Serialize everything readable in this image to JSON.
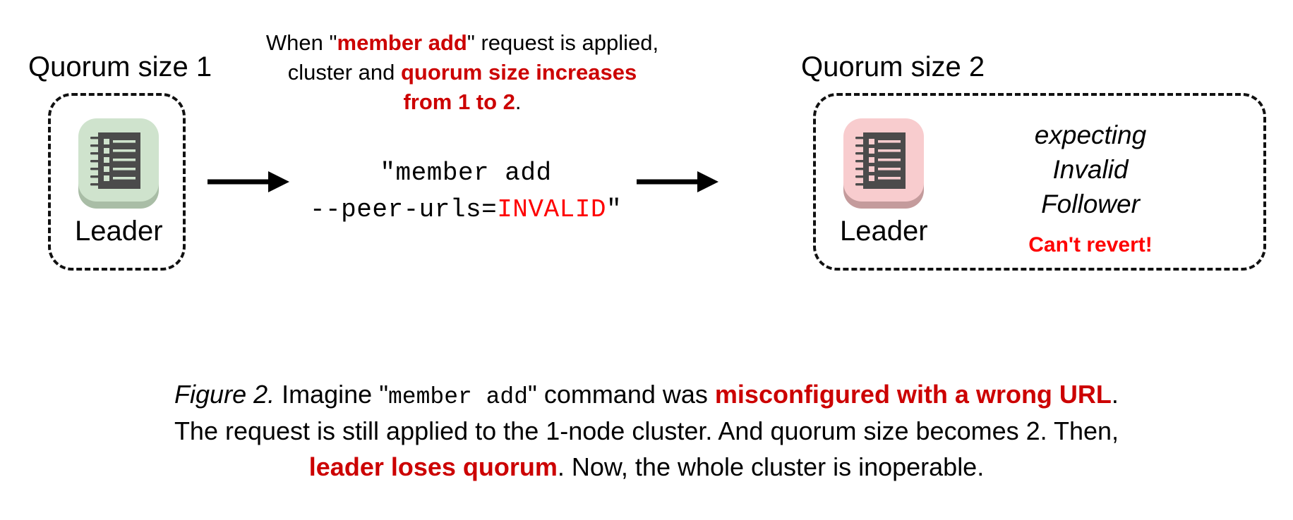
{
  "figure": {
    "left_cluster": {
      "label": "Quorum size 1",
      "node": {
        "icon": "server-ledger-icon",
        "caption": "Leader",
        "plate_color": "#cfe3cd",
        "shadow_color": "#a9bda6",
        "glyph_color": "#4b4b4b"
      }
    },
    "right_cluster": {
      "label": "Quorum size 2",
      "node": {
        "icon": "server-ledger-icon",
        "caption": "Leader",
        "plate_color": "#f8ccce",
        "shadow_color": "#c49b9c",
        "glyph_color": "#4b4b4b"
      },
      "status_lines": [
        "expecting",
        "Invalid",
        "Follower"
      ],
      "warning": "Can't revert!"
    },
    "annotation": {
      "line1_a": "When \"",
      "line1_b": "member add",
      "line1_c": "\" request is applied,",
      "line2_a": "cluster and ",
      "line2_b": "quorum size increases",
      "line3_a": "from 1 to 2",
      "line3_b": "."
    },
    "command": {
      "line1": "\"member add",
      "line2_a": "--peer-urls=",
      "line2_b": "INVALID",
      "line2_c": "\""
    },
    "arrows": {
      "left_arrow": "arrow-right-icon",
      "right_arrow": "arrow-right-icon"
    },
    "caption": {
      "l1_a": "Figure 2.",
      "l1_b": " Imagine \"",
      "l1_c": "member add",
      "l1_d": "\" command was ",
      "l1_e": "misconfigured with a wrong URL",
      "l1_f": ".",
      "l2": "The request is still applied to the 1-node cluster. And quorum size becomes 2. Then,",
      "l3_a": "leader loses quorum",
      "l3_b": ". Now, the whole cluster is inoperable."
    },
    "colors": {
      "accent_red": "#cc0000",
      "alert_red": "#fe0000",
      "text_black": "#000000",
      "green_plate": "#cfe3cd",
      "pink_plate": "#f8ccce"
    }
  }
}
